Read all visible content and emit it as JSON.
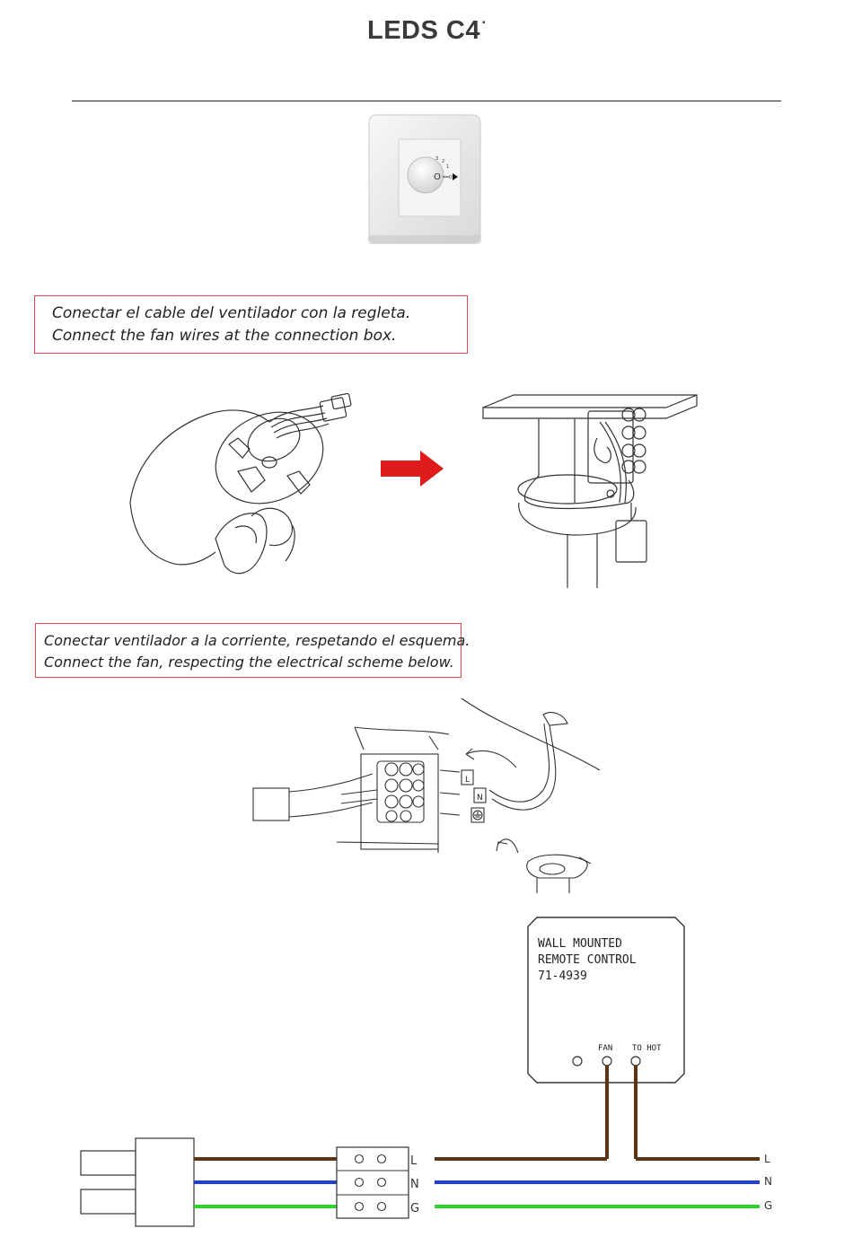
{
  "header": {
    "logo_text": "LEDS C4",
    "logo_mark": "▪"
  },
  "instructions": {
    "step1": {
      "line_es": "Conectar el cable del ventilador con la regleta.",
      "line_en": "Connect the fan wires at the connection box."
    },
    "step2": {
      "line_es": "Conectar ventilador a la corriente, respetando el esquema.",
      "line_en": "Connect the fan, respecting the electrical scheme below."
    }
  },
  "wall_control": {
    "dial_marks": [
      "3",
      "2",
      "1",
      "0"
    ],
    "dial_center": "O"
  },
  "install_sketch": {
    "tags": [
      "L",
      "N"
    ]
  },
  "remote_module": {
    "line1": "WALL MOUNTED",
    "line2": "REMOTE CONTROL",
    "line3": "71-4939",
    "terminal_fan": "FAN",
    "terminal_hot": "TO HOT"
  },
  "wiring": {
    "block_labels": [
      "L",
      "N",
      "G"
    ],
    "supply_labels": [
      "L",
      "N",
      "G"
    ],
    "colors": {
      "live": "#5a3413",
      "neutral": "#1f3fd6",
      "ground": "#2fd32f",
      "arrow": "#e01b1b",
      "note_border": "#d84a4a"
    }
  }
}
